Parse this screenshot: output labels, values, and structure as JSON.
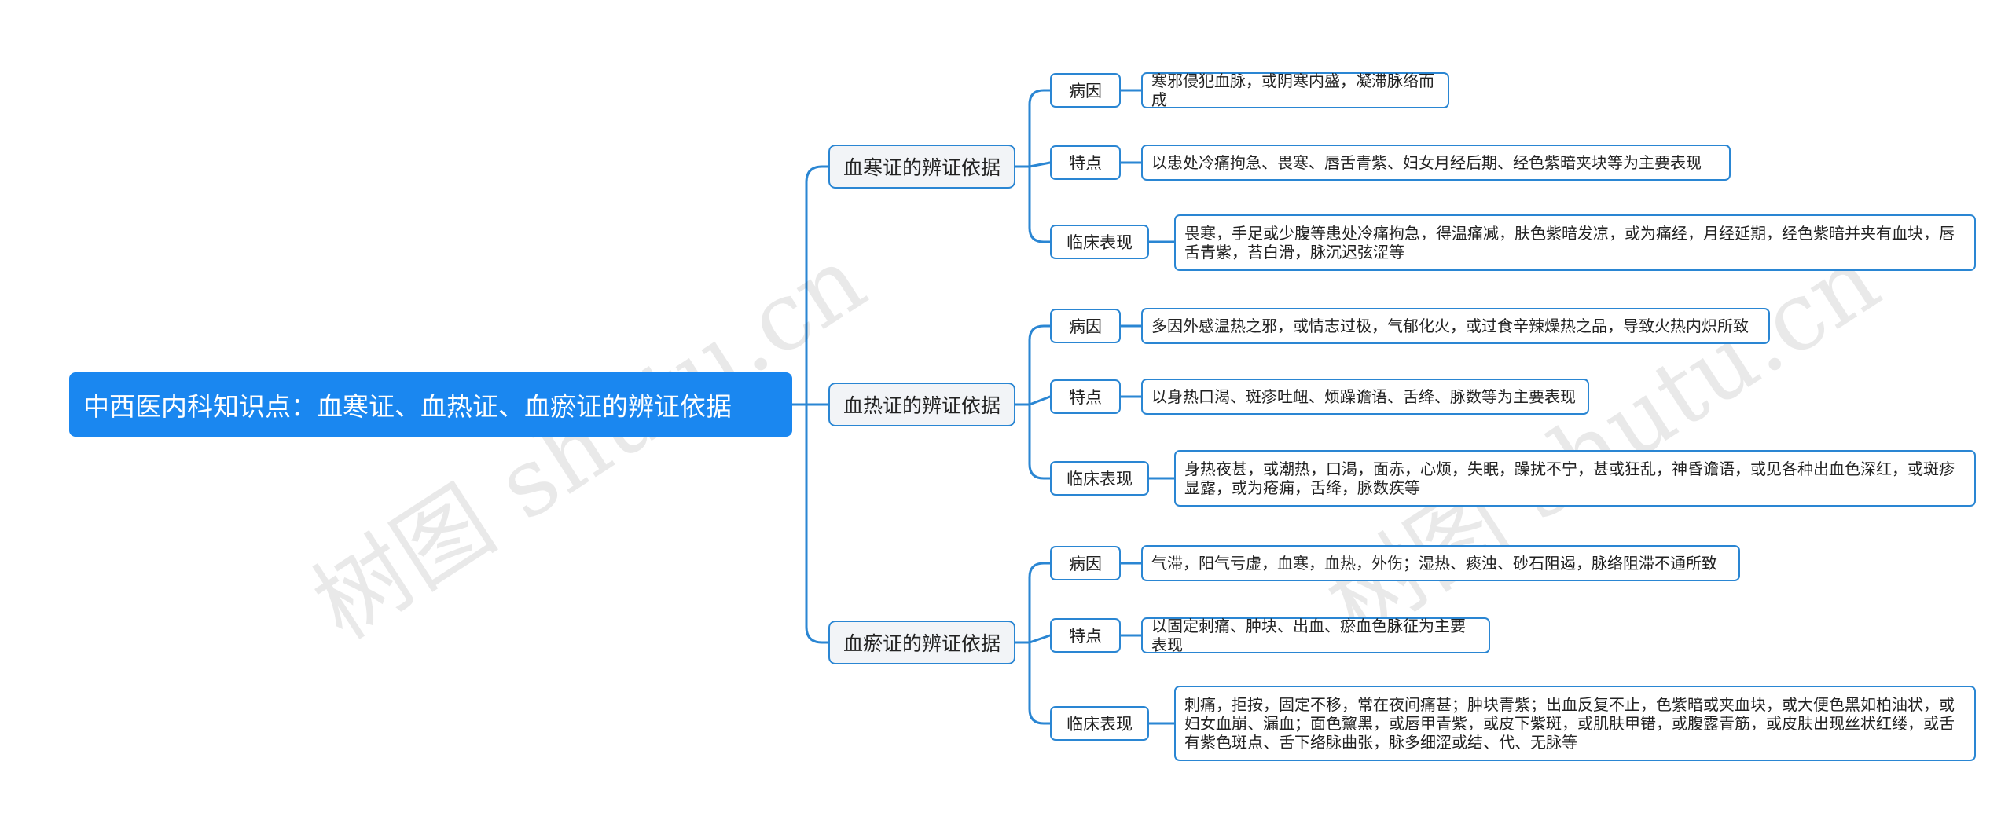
{
  "root": {
    "title": "中西医内科知识点：血寒证、血热证、血瘀证的辨证依据"
  },
  "branches": [
    {
      "title": "血寒证的辨证依据",
      "items": [
        {
          "label": "病因",
          "text": "寒邪侵犯血脉，或阴寒内盛，凝滞脉络而成"
        },
        {
          "label": "特点",
          "text": "以患处冷痛拘急、畏寒、唇舌青紫、妇女月经后期、经色紫暗夹块等为主要表现"
        },
        {
          "label": "临床表现",
          "text": "畏寒，手足或少腹等患处冷痛拘急，得温痛减，肤色紫暗发凉，或为痛经，月经延期，经色紫暗并夹有血块，唇舌青紫，苔白滑，脉沉迟弦涩等"
        }
      ]
    },
    {
      "title": "血热证的辨证依据",
      "items": [
        {
          "label": "病因",
          "text": "多因外感温热之邪，或情志过极，气郁化火，或过食辛辣燥热之品，导致火热内炽所致"
        },
        {
          "label": "特点",
          "text": "以身热口渴、斑疹吐衄、烦躁谵语、舌绛、脉数等为主要表现"
        },
        {
          "label": "临床表现",
          "text": "身热夜甚，或潮热，口渴，面赤，心烦，失眠，躁扰不宁，甚或狂乱，神昏谵语，或见各种出血色深红，或斑疹显露，或为疮痈，舌绛，脉数疾等"
        }
      ]
    },
    {
      "title": "血瘀证的辨证依据",
      "items": [
        {
          "label": "病因",
          "text": "气滞，阳气亏虚，血寒，血热，外伤；湿热、痰浊、砂石阻遏，脉络阻滞不通所致"
        },
        {
          "label": "特点",
          "text": "以固定刺痛、肿块、出血、瘀血色脉征为主要表现"
        },
        {
          "label": "临床表现",
          "text": "刺痛，拒按，固定不移，常在夜间痛甚；肿块青紫；出血反复不止，色紫暗或夹血块，或大便色黑如柏油状，或妇女血崩、漏血；面色黧黑，或唇甲青紫，或皮下紫斑，或肌肤甲错，或腹露青筋，或皮肤出现丝状红缕，或舌有紫色斑点、舌下络脉曲张，脉多细涩或结、代、无脉等"
        }
      ]
    }
  ],
  "watermarks": [
    "树图 shutu.cn",
    "树图 shutu.cn"
  ],
  "colors": {
    "root_bg": "#1a87f0",
    "line": "#2a86d3",
    "category_bg": "#f2f4f7"
  }
}
